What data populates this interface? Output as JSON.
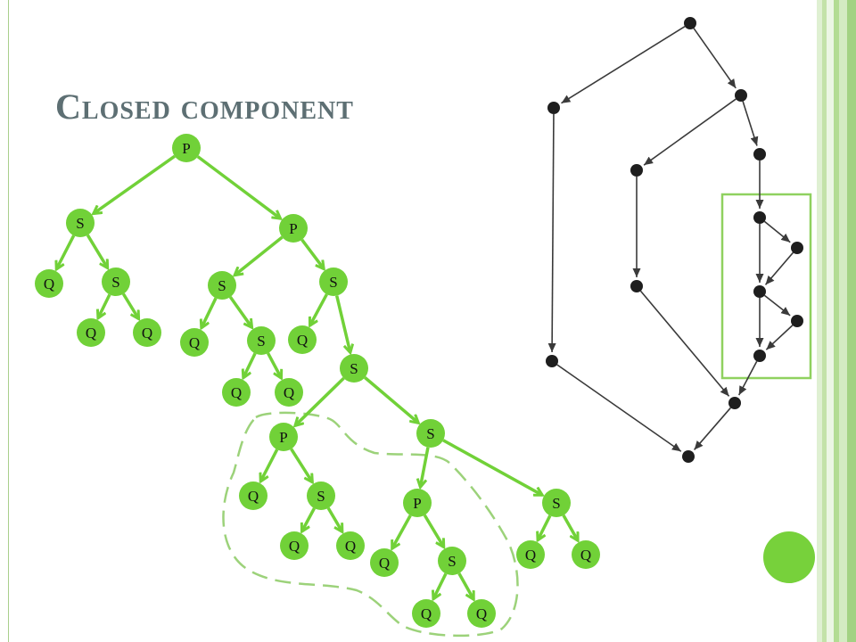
{
  "slide": {
    "title": "Closed component"
  },
  "colors": {
    "accent_green": "#71d138",
    "dashed_outline": "#9cd27a",
    "highlight_box": "#8fd15f",
    "graph_stroke": "#3a3a3a",
    "graph_node": "#1e1e1e",
    "title_color": "#5d6f73",
    "deco_circle": "#77d13b",
    "stripe_light": "#dff0d2",
    "stripe_mid": "#c3e2a8",
    "stripe_dark": "#9fcf7f"
  },
  "parse_tree": {
    "nodes": [
      {
        "id": "n1",
        "label": "P"
      },
      {
        "id": "n2",
        "label": "S"
      },
      {
        "id": "n3",
        "label": "P"
      },
      {
        "id": "n4",
        "label": "Q"
      },
      {
        "id": "n5",
        "label": "S"
      },
      {
        "id": "n6",
        "label": "Q"
      },
      {
        "id": "n7",
        "label": "Q"
      },
      {
        "id": "n8",
        "label": "S"
      },
      {
        "id": "n9",
        "label": "S"
      },
      {
        "id": "n10",
        "label": "Q"
      },
      {
        "id": "n11",
        "label": "S"
      },
      {
        "id": "n12",
        "label": "Q"
      },
      {
        "id": "n13",
        "label": "Q"
      },
      {
        "id": "n14",
        "label": "Q"
      },
      {
        "id": "n15",
        "label": "S"
      },
      {
        "id": "n16",
        "label": "P"
      },
      {
        "id": "n17",
        "label": "S"
      },
      {
        "id": "n18",
        "label": "Q"
      },
      {
        "id": "n19",
        "label": "S"
      },
      {
        "id": "n20",
        "label": "Q"
      },
      {
        "id": "n21",
        "label": "Q"
      },
      {
        "id": "n22",
        "label": "P"
      },
      {
        "id": "n23",
        "label": "S"
      },
      {
        "id": "n24",
        "label": "Q"
      },
      {
        "id": "n25",
        "label": "S"
      },
      {
        "id": "n26",
        "label": "Q"
      },
      {
        "id": "n27",
        "label": "Q"
      },
      {
        "id": "n28",
        "label": "Q"
      },
      {
        "id": "n29",
        "label": "Q"
      }
    ],
    "edges": [
      [
        "n1",
        "n2"
      ],
      [
        "n1",
        "n3"
      ],
      [
        "n2",
        "n4"
      ],
      [
        "n2",
        "n5"
      ],
      [
        "n5",
        "n6"
      ],
      [
        "n5",
        "n7"
      ],
      [
        "n3",
        "n8"
      ],
      [
        "n3",
        "n9"
      ],
      [
        "n8",
        "n10"
      ],
      [
        "n8",
        "n11"
      ],
      [
        "n11",
        "n12"
      ],
      [
        "n11",
        "n13"
      ],
      [
        "n9",
        "n14"
      ],
      [
        "n9",
        "n15"
      ],
      [
        "n15",
        "n16"
      ],
      [
        "n15",
        "n17"
      ],
      [
        "n16",
        "n18"
      ],
      [
        "n16",
        "n19"
      ],
      [
        "n19",
        "n20"
      ],
      [
        "n19",
        "n21"
      ],
      [
        "n17",
        "n22"
      ],
      [
        "n17",
        "n23"
      ],
      [
        "n22",
        "n24"
      ],
      [
        "n22",
        "n25"
      ],
      [
        "n25",
        "n26"
      ],
      [
        "n25",
        "n27"
      ],
      [
        "n23",
        "n28"
      ],
      [
        "n23",
        "n29"
      ]
    ]
  },
  "flow_graph": {
    "nodes": [
      "g1",
      "g2",
      "g3",
      "g4",
      "g5",
      "g6",
      "g7",
      "g8",
      "g9",
      "g10",
      "g11",
      "g12",
      "g13",
      "g14",
      "g15"
    ],
    "edges": [
      [
        "g1",
        "g2"
      ],
      [
        "g1",
        "g3"
      ],
      [
        "g3",
        "g4"
      ],
      [
        "g3",
        "g5"
      ],
      [
        "g4",
        "g6"
      ],
      [
        "g6",
        "g7"
      ],
      [
        "g6",
        "g8"
      ],
      [
        "g7",
        "g8"
      ],
      [
        "g8",
        "g9"
      ],
      [
        "g8",
        "g10"
      ],
      [
        "g9",
        "g10"
      ],
      [
        "g10",
        "g11"
      ],
      [
        "g5",
        "g12"
      ],
      [
        "g12",
        "g11"
      ],
      [
        "g2",
        "g13"
      ],
      [
        "g13",
        "g14"
      ],
      [
        "g11",
        "g14"
      ]
    ]
  }
}
